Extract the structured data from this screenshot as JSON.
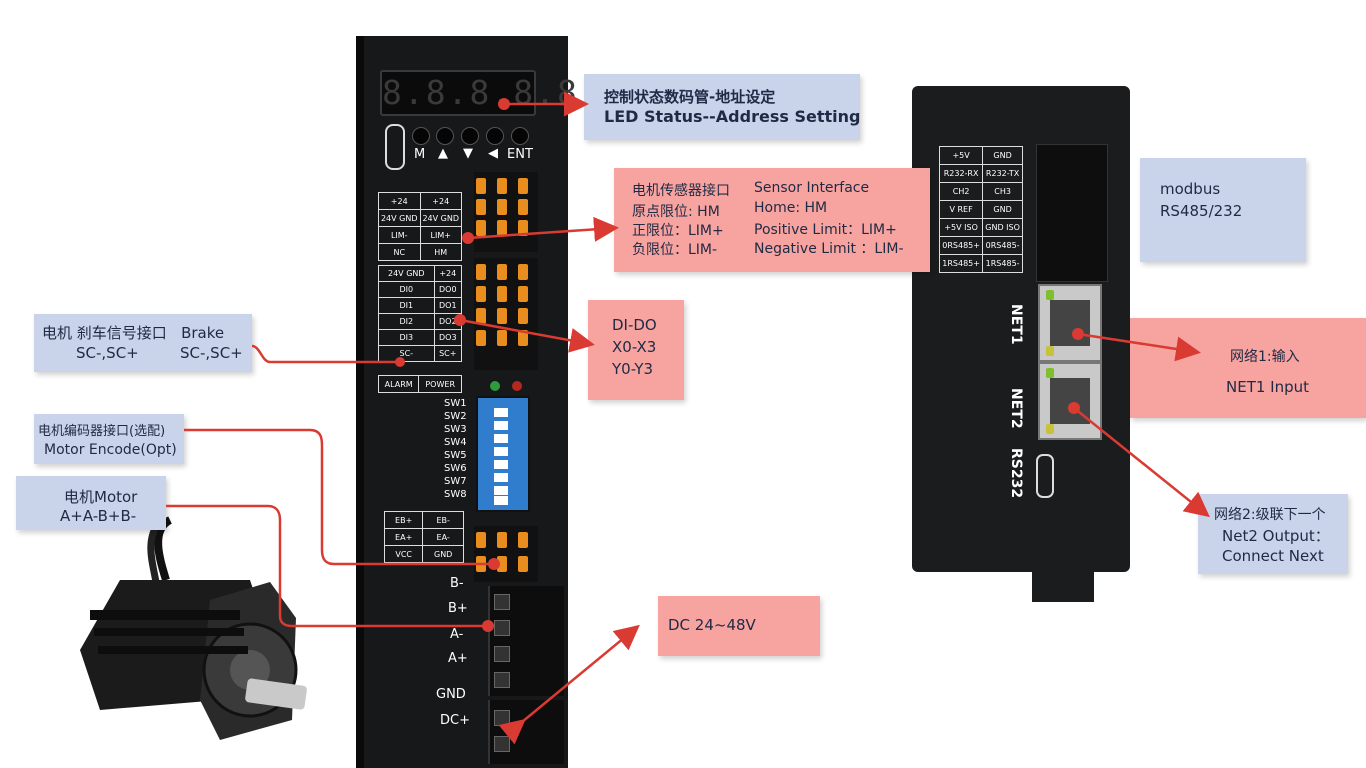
{
  "driver_left": {
    "display": "8.8.8.8.8.8.",
    "buttons": [
      "M",
      "▲",
      "▼",
      "◀",
      "ENT"
    ],
    "sensor_pins": [
      [
        "+24",
        "+24"
      ],
      [
        "24V GND",
        "24V GND"
      ],
      [
        "LIM-",
        "LIM+"
      ],
      [
        "NC",
        "HM"
      ]
    ],
    "io_pins": [
      [
        "24V GND",
        "+24"
      ],
      [
        "DI0",
        "DO0"
      ],
      [
        "DI1",
        "DO1"
      ],
      [
        "DI2",
        "DO2"
      ],
      [
        "DI3",
        "DO3"
      ],
      [
        "SC-",
        "SC+"
      ]
    ],
    "status_pins": [
      "ALARM",
      "POWER"
    ],
    "switches": [
      "SW1",
      "SW2",
      "SW3",
      "SW4",
      "SW5",
      "SW6",
      "SW7",
      "SW8"
    ],
    "encoder_pins": [
      [
        "EB+",
        "EB-"
      ],
      [
        "EA+",
        "EA-"
      ],
      [
        "VCC",
        "GND"
      ]
    ],
    "motor_terminals": [
      "B-",
      "B+",
      "A-",
      "A+"
    ],
    "power_terminals": [
      "GND",
      "DC+"
    ]
  },
  "driver_right": {
    "com_pins": [
      [
        "+5V",
        "GND"
      ],
      [
        "R232-RX",
        "R232-TX"
      ],
      [
        "CH2",
        "CH3"
      ],
      [
        "V REF",
        "GND"
      ],
      [
        "+5V ISO",
        "GND ISO"
      ],
      [
        "0RS485+",
        "0RS485-"
      ],
      [
        "1RS485+",
        "1RS485-"
      ]
    ],
    "port_labels": [
      "NET1",
      "NET2",
      "RS232"
    ]
  },
  "callouts": {
    "led": {
      "line1": "控制状态数码管-地址设定",
      "line2": "LED Status--Address Setting"
    },
    "sensor": {
      "cn": [
        "电机传感器接口",
        "原点限位: HM",
        "正限位：LIM+",
        "负限位：LIM-"
      ],
      "en": [
        "Sensor Interface",
        "Home: HM",
        "Positive Limit：LIM+",
        "Negative Limit ：LIM-"
      ]
    },
    "dido": [
      "DI-DO",
      "X0-X3",
      "Y0-Y3"
    ],
    "brake": {
      "line1": "电机 刹车信号接口   Brake",
      "line2a": "SC-,SC+",
      "line2b": "SC-,SC+"
    },
    "encoder": {
      "line1": "电机编码器接口(选配)",
      "line2": "Motor Encode(Opt)"
    },
    "motor": {
      "line1": "电机Motor",
      "line2": "A+A-B+B-"
    },
    "dc": "DC 24~48V",
    "modbus": {
      "line1": "modbus",
      "line2": "RS485/232"
    },
    "net1": {
      "line1": "网络1:输入",
      "line2": "NET1 Input"
    },
    "net2": {
      "line1": "网络2:级联下一个",
      "line2": "Net2 Output：",
      "line3": "Connect Next"
    }
  },
  "colors": {
    "note_blue": "#c9d3e9",
    "note_pink": "#f7a3a0",
    "arrow_red": "#d93a32",
    "terminal_orange": "#e88d1e"
  }
}
